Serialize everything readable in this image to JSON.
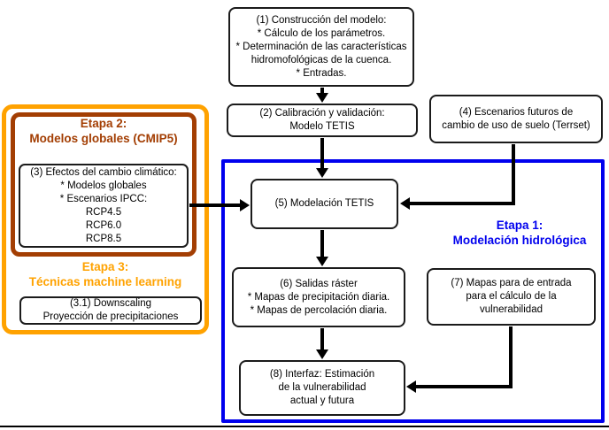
{
  "diagram": {
    "stage1": {
      "line1": "Etapa 1:",
      "line2": "Modelación hidrológica"
    },
    "stage2": {
      "line1": "Etapa 2:",
      "line2": "Modelos globales (CMIP5)"
    },
    "stage3": {
      "line1": "Etapa 3:",
      "line2": "Técnicas machine learning"
    },
    "colors": {
      "stage1_blue": "#0000EE",
      "stage2_brown": "#A33E03",
      "stage3_orange": "#FFA200",
      "box_border_black": "#1b1b1b"
    },
    "boxes": {
      "b1": {
        "lines": [
          "(1) Construcción del modelo:",
          "* Cálculo de los parámetros.",
          "* Determinación de las características",
          "hidromofológicas de la cuenca.",
          "* Entradas."
        ]
      },
      "b2": {
        "lines": [
          "(2) Calibración y validación:",
          "Modelo TETIS"
        ]
      },
      "b3": {
        "lines": [
          "(3) Efectos del cambio climático:",
          "* Modelos globales",
          "* Escenarios IPCC:",
          "RCP4.5",
          "RCP6.0",
          "RCP8.5"
        ]
      },
      "b31": {
        "lines": [
          "(3.1) Downscaling",
          "Proyección de precipitaciones"
        ]
      },
      "b4": {
        "lines": [
          "(4) Escenarios futuros de",
          "cambio de uso de suelo (Terrset)"
        ]
      },
      "b5": {
        "lines": [
          "(5) Modelación TETIS"
        ]
      },
      "b6": {
        "lines": [
          "(6) Salidas ráster",
          "* Mapas de precipitación diaria.",
          "* Mapas de percolación diaria."
        ]
      },
      "b7": {
        "lines": [
          "(7) Mapas para de entrada",
          "para el cálculo de la",
          "vulnerabilidad"
        ]
      },
      "b8": {
        "lines": [
          "(8) Interfaz: Estimación",
          "de la vulnerabilidad",
          "actual y futura"
        ]
      }
    }
  }
}
